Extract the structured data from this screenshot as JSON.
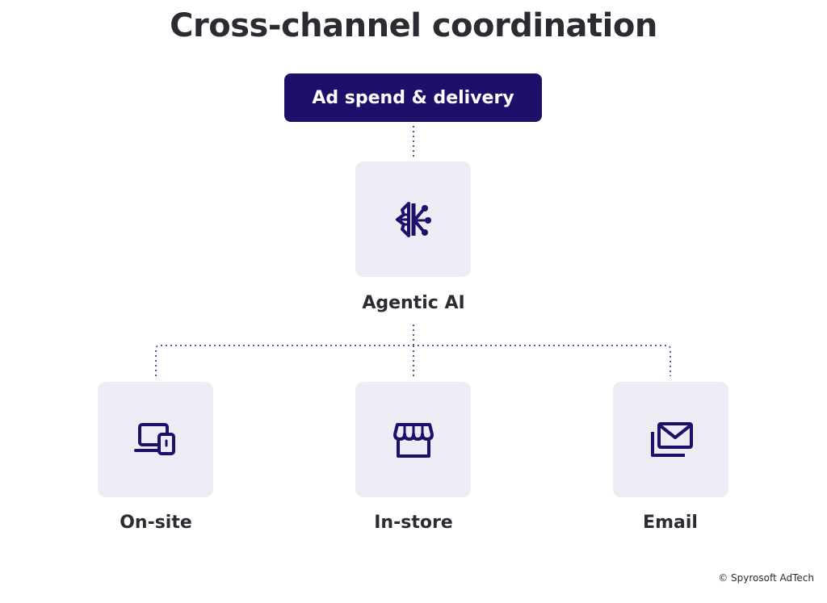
{
  "title": "Cross-channel coordination",
  "top_box": {
    "label": "Ad spend & delivery",
    "color": "#1f0f6b"
  },
  "center_node": {
    "label": "Agentic AI",
    "icon": "ai-brain-icon"
  },
  "channels": [
    {
      "label": "On-site",
      "icon": "devices-icon"
    },
    {
      "label": "In-store",
      "icon": "storefront-icon"
    },
    {
      "label": "Email",
      "icon": "mail-icon"
    }
  ],
  "credit": "© Spyrosoft AdTech",
  "colors": {
    "accent": "#1f0f6b",
    "card_bg": "#ececf5",
    "connector": "#5a4fa8",
    "text": "#2b2b33"
  }
}
